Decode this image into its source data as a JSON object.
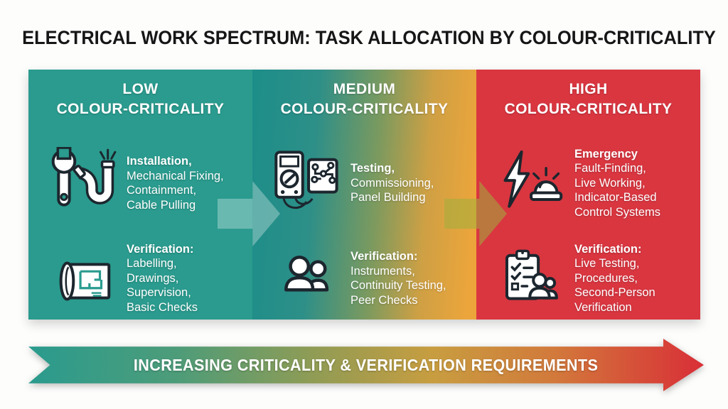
{
  "title": "ELECTRICAL WORK SPECTRUM: TASK ALLOCATION BY COLOUR-CRITICALITY",
  "panels": [
    {
      "id": "low",
      "header_line1": "LOW",
      "header_line2": "COLOUR-CRITICALITY",
      "color": "#2a9b8e",
      "rows": [
        {
          "icon": "wrench-conduit-icon",
          "lead": "Installation,",
          "lines": [
            "Mechanical Fixing,",
            "Containment,",
            "Cable Pulling"
          ]
        },
        {
          "icon": "blueprint-icon",
          "lead": "Verification:",
          "lines": [
            "Labelling,",
            "Drawings,",
            "Supervision,",
            "Basic Checks"
          ]
        }
      ]
    },
    {
      "id": "medium",
      "header_line1": "MEDIUM",
      "header_line2": "COLOUR-CRITICALITY",
      "color_gradient": [
        "#1d8e89",
        "#eca53b"
      ],
      "rows": [
        {
          "icon": "multimeter-circuit-icon",
          "lead": "Testing,",
          "lines": [
            "Commissioning,",
            "Panel Building"
          ]
        },
        {
          "icon": "two-people-icon",
          "lead": "Verification:",
          "lines": [
            "Instruments,",
            "Continuity Testing,",
            "Peer Checks"
          ]
        }
      ]
    },
    {
      "id": "high",
      "header_line1": "HIGH",
      "header_line2": "COLOUR-CRITICALITY",
      "color": "#d93640",
      "rows": [
        {
          "icon": "bolt-siren-icon",
          "lead": "Emergency",
          "lines": [
            "Fault-Finding,",
            "Live Working,",
            "Indicator-Based",
            "Control Systems"
          ]
        },
        {
          "icon": "clipboard-people-icon",
          "lead": "Verification:",
          "lines": [
            "Live Testing,",
            "Procedures,",
            "Second-Person",
            "Verification"
          ]
        }
      ]
    }
  ],
  "flow_arrows": [
    {
      "name": "low-to-medium",
      "color": "rgba(255,255,255,0.30)"
    },
    {
      "name": "medium-to-high",
      "color": "rgba(160,175,60,0.55)"
    }
  ],
  "footer_arrow": {
    "label": "INCREASING CRITICALITY & VERIFICATION REQUIREMENTS",
    "gradient": [
      "#2a9b8e",
      "#8f9c55",
      "#c89d40",
      "#d92e37"
    ]
  }
}
